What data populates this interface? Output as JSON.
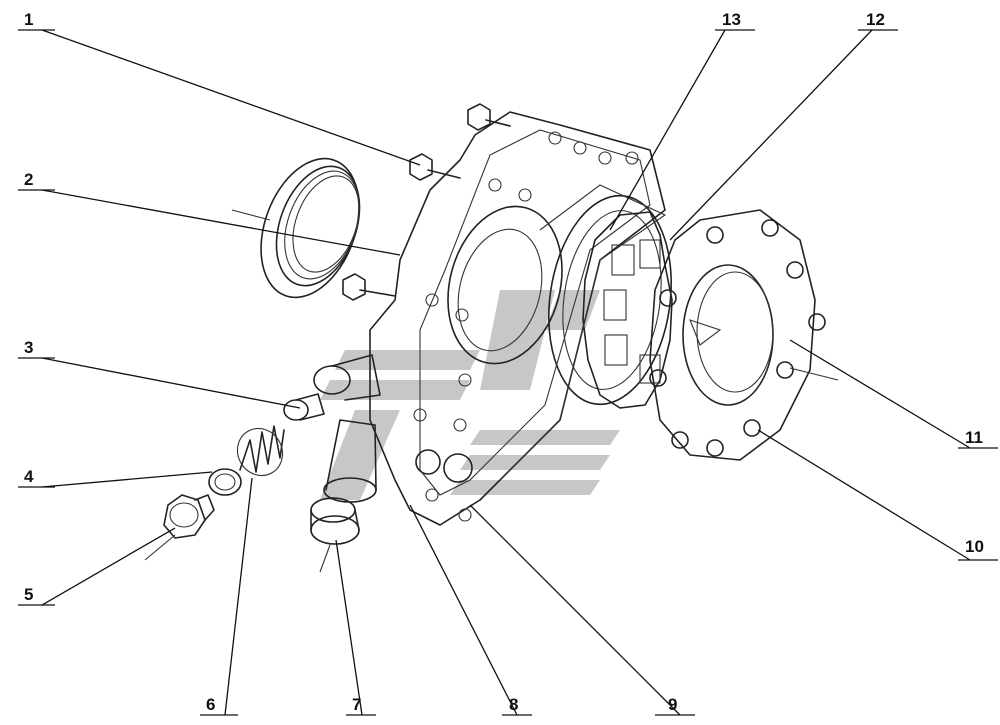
{
  "diagram": {
    "type": "exploded-assembly",
    "callouts": [
      {
        "label": "1"
      },
      {
        "label": "2"
      },
      {
        "label": "3"
      },
      {
        "label": "4"
      },
      {
        "label": "5"
      },
      {
        "label": "6"
      },
      {
        "label": "7"
      },
      {
        "label": "8"
      },
      {
        "label": "9"
      },
      {
        "label": "10"
      },
      {
        "label": "11"
      },
      {
        "label": "12"
      },
      {
        "label": "13"
      }
    ],
    "colors": {
      "line": "#222222",
      "background": "#ffffff",
      "watermark": "#bdbdbd"
    }
  }
}
